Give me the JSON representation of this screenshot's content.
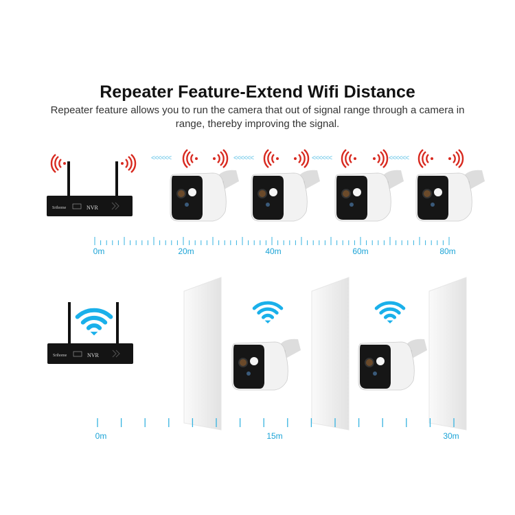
{
  "header": {
    "title": "Repeater Feature-Extend Wifi Distance",
    "subtitle": "Repeater feature allows you to run the camera that out of signal range through a camera in range, thereby improving the signal."
  },
  "nvr": {
    "brand": "Srihome",
    "label": "NVR"
  },
  "repeater_section": {
    "arrows": "<<<<<<",
    "ruler_labels": [
      "0m",
      "20m",
      "40m",
      "60m",
      "80m"
    ],
    "signal_color": "#d82a20"
  },
  "walls_section": {
    "ruler_labels": [
      "0m",
      "15m",
      "30m"
    ],
    "signal_color": "#1ab0ea"
  },
  "colors": {
    "accent": "#1aa3d6"
  }
}
